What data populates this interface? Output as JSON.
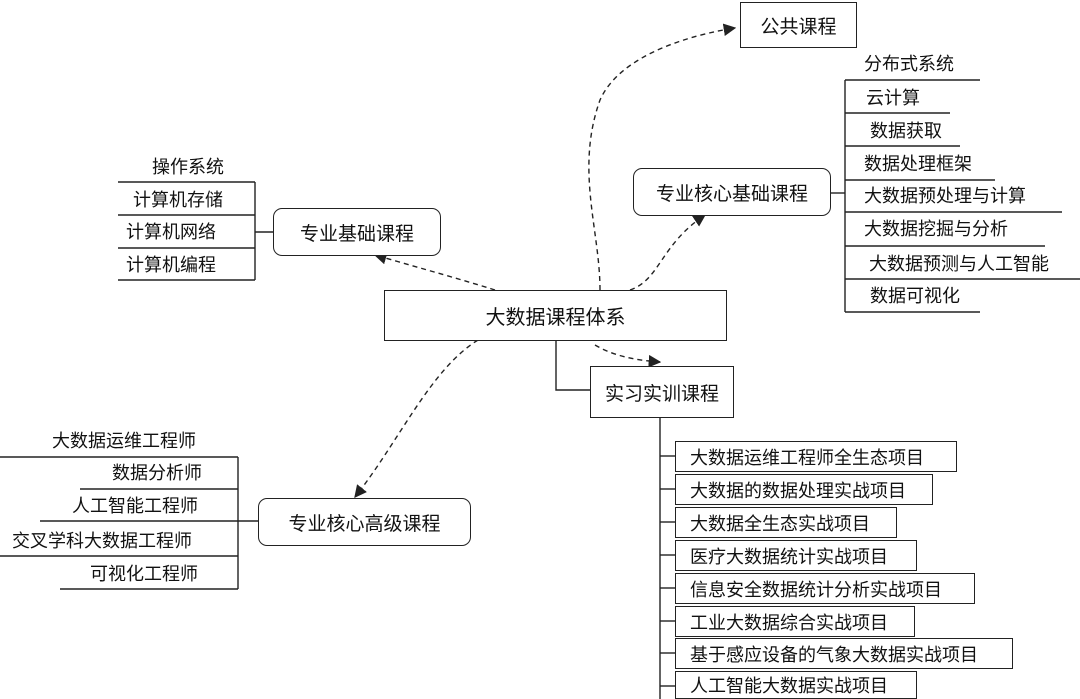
{
  "center": "大数据课程体系",
  "public": "公共课程",
  "basic": {
    "title": "专业基础课程",
    "items": [
      "操作系统",
      "计算机存储",
      "计算机网络",
      "计算机编程"
    ]
  },
  "core_basic": {
    "title": "专业核心基础课程",
    "items": [
      "分布式系统",
      "云计算",
      "数据获取",
      "数据处理框架",
      "大数据预处理与计算",
      "大数据挖掘与分析",
      "大数据预测与人工智能",
      "数据可视化"
    ]
  },
  "core_advanced": {
    "title": "专业核心高级课程",
    "items": [
      "大数据运维工程师",
      "数据分析师",
      "人工智能工程师",
      "交叉学科大数据工程师",
      "可视化工程师"
    ]
  },
  "practice": {
    "title": "实习实训课程",
    "items": [
      "大数据运维工程师全生态项目",
      "大数据的数据处理实战项目",
      "大数据全生态实战项目",
      "医疗大数据统计实战项目",
      "信息安全数据统计分析实战项目",
      "工业大数据综合实战项目",
      "基于感应设备的气象大数据实战项目",
      "人工智能大数据实战项目"
    ]
  }
}
